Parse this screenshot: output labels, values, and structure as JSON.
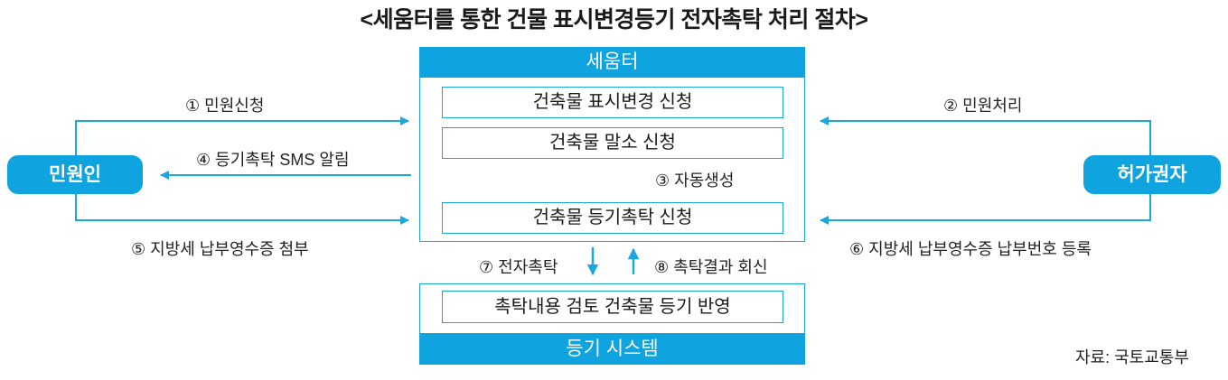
{
  "title": "<세움터를 통한 건물 표시변경등기 전자촉탁 처리 절차>",
  "top_system": {
    "header": "세움터",
    "steps": [
      "건축물 표시변경 신청",
      "건축물 말소 신청",
      "건축물 등기촉탁 신청"
    ]
  },
  "bottom_system": {
    "header": "등기 시스템",
    "step": "촉탁내용 검토 건축물 등기 반영"
  },
  "actors": {
    "left": "민원인",
    "right": "허가권자"
  },
  "flows": {
    "f1": "① 민원신청",
    "f2": "② 민원처리",
    "f3": "③ 자동생성",
    "f4": "④ 등기촉탁 SMS 알림",
    "f5": "⑤ 지방세 납부영수증 첨부",
    "f6": "⑥ 지방세 납부영수증 납부번호 등록",
    "f7": "⑦ 전자촉탁",
    "f8": "⑧ 촉탁결과 회신"
  },
  "source": "자료: 국토교통부",
  "colors": {
    "accent": "#0fa3df",
    "text": "#222222"
  }
}
